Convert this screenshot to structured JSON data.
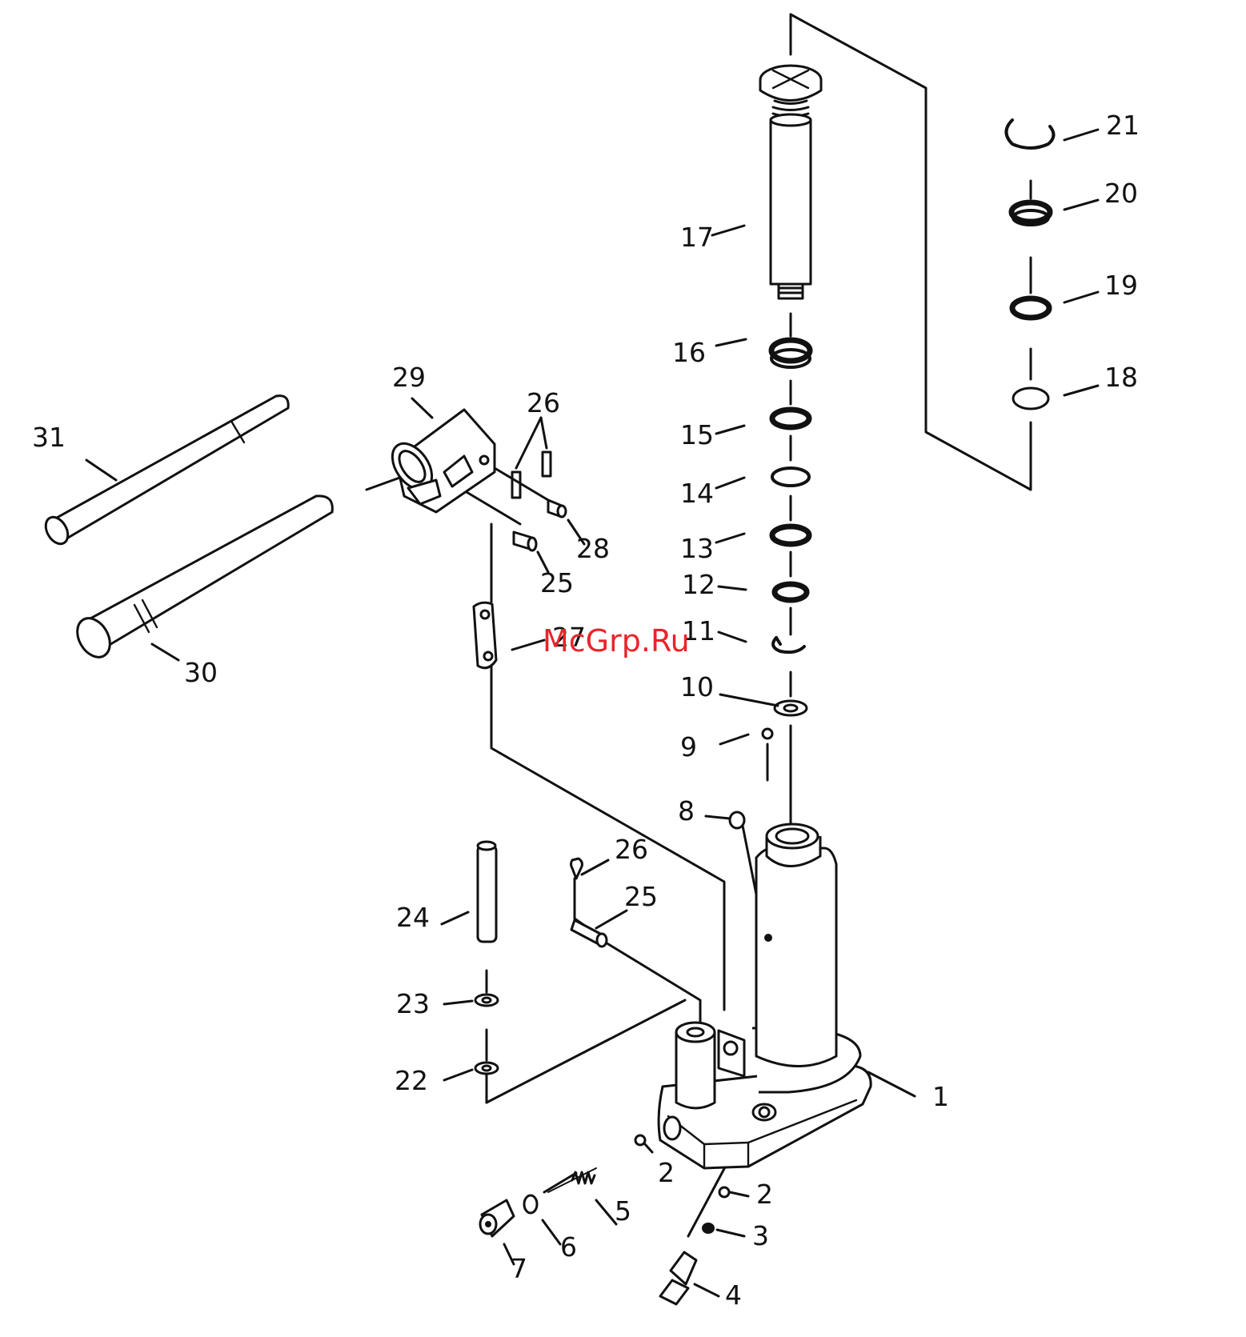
{
  "watermark": "McGrp.Ru",
  "callouts": [
    "1",
    "2",
    "2",
    "3",
    "4",
    "5",
    "6",
    "7",
    "8",
    "9",
    "10",
    "11",
    "12",
    "13",
    "14",
    "15",
    "16",
    "17",
    "18",
    "19",
    "20",
    "21",
    "22",
    "23",
    "24",
    "25",
    "25",
    "26",
    "26",
    "27",
    "28",
    "29",
    "30",
    "31"
  ]
}
